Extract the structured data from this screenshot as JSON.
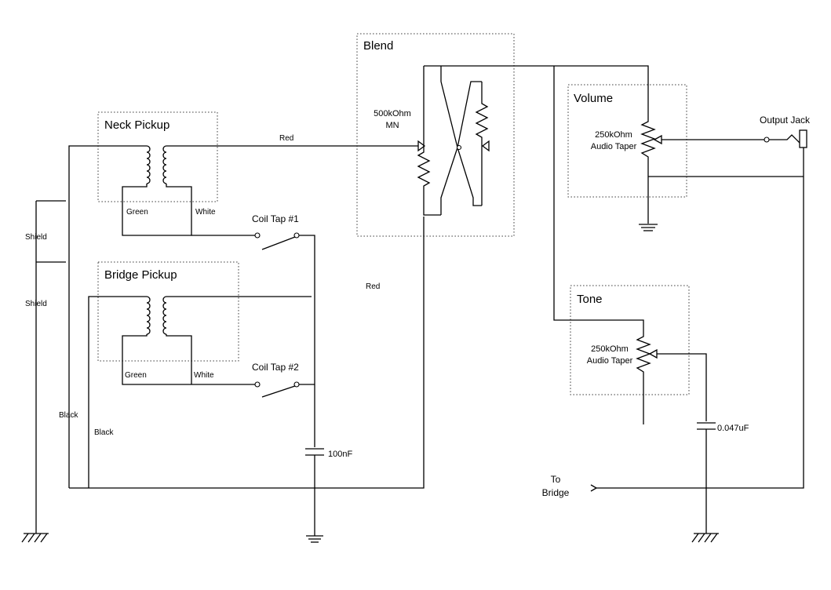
{
  "blocks": {
    "blend": "Blend",
    "neck": "Neck Pickup",
    "bridge": "Bridge Pickup",
    "volume": "Volume",
    "tone": "Tone"
  },
  "blend_pot": {
    "value": "500kOhm",
    "type": "MN"
  },
  "volume_pot": {
    "value": "250kOhm",
    "taper": "Audio Taper"
  },
  "tone_pot": {
    "value": "250kOhm",
    "taper": "Audio Taper"
  },
  "wires": {
    "neck_hot": "Red",
    "bridge_hot": "Red",
    "neck_green": "Green",
    "neck_white": "White",
    "bridge_green": "Green",
    "bridge_white": "White",
    "shield_1": "Shield",
    "shield_2": "Shield",
    "black_1": "Black",
    "black_2": "Black"
  },
  "switches": {
    "tap1": "Coil Tap #1",
    "tap2": "Coil Tap #2"
  },
  "capacitors": {
    "tap_cap": "100nF",
    "tone_cap": "0.047uF"
  },
  "output_jack": "Output Jack",
  "to_bridge": {
    "line1": "To",
    "line2": "Bridge"
  }
}
